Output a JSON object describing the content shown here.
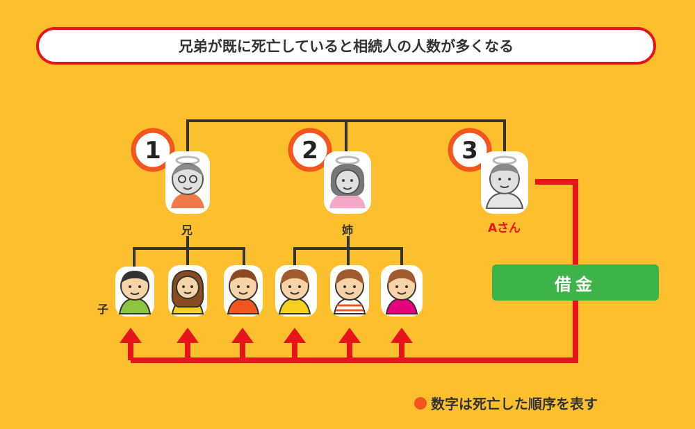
{
  "title": "兄弟が既に死亡していると相続人の人数が多くなる",
  "order_numbers": [
    "1",
    "2",
    "3"
  ],
  "labels": {
    "elder_brother": "兄",
    "elder_sister": "姉",
    "person_a": "Aさん",
    "children": "子"
  },
  "debt_label": "借金",
  "legend_text": "数字は死亡した順序を表す",
  "colors": {
    "background": "#fcc02f",
    "accent_red": "#e8141c",
    "legend_dot": "#f2551d",
    "debt_box": "#3db34a",
    "line": "#333333"
  }
}
